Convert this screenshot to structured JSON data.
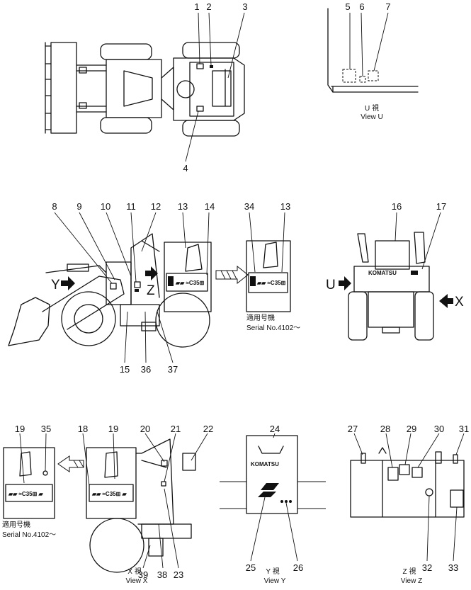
{
  "callouts": [
    "1",
    "2",
    "3",
    "4",
    "5",
    "6",
    "7",
    "8",
    "9",
    "10",
    "11",
    "12",
    "13",
    "14",
    "15",
    "16",
    "17",
    "18",
    "19",
    "20",
    "21",
    "22",
    "23",
    "24",
    "25",
    "26",
    "27",
    "28",
    "29",
    "30",
    "31",
    "32",
    "33",
    "34",
    "35",
    "36",
    "37",
    "38",
    "39"
  ],
  "views": {
    "u": {
      "jp": "U 視",
      "en": "View  U"
    },
    "x": {
      "jp": "X 視",
      "en": "View  X"
    },
    "y": {
      "jp": "Y 視",
      "en": "View  Y"
    },
    "z": {
      "jp": "Z 視",
      "en": "View  Z"
    }
  },
  "arrow_labels": {
    "y": "Y",
    "z": "Z",
    "u": "U",
    "x": "X"
  },
  "serial": {
    "jp": "適用号機",
    "en": "Serial  No.4102～"
  },
  "logos": {
    "komatsu": "KOMATSU"
  }
}
